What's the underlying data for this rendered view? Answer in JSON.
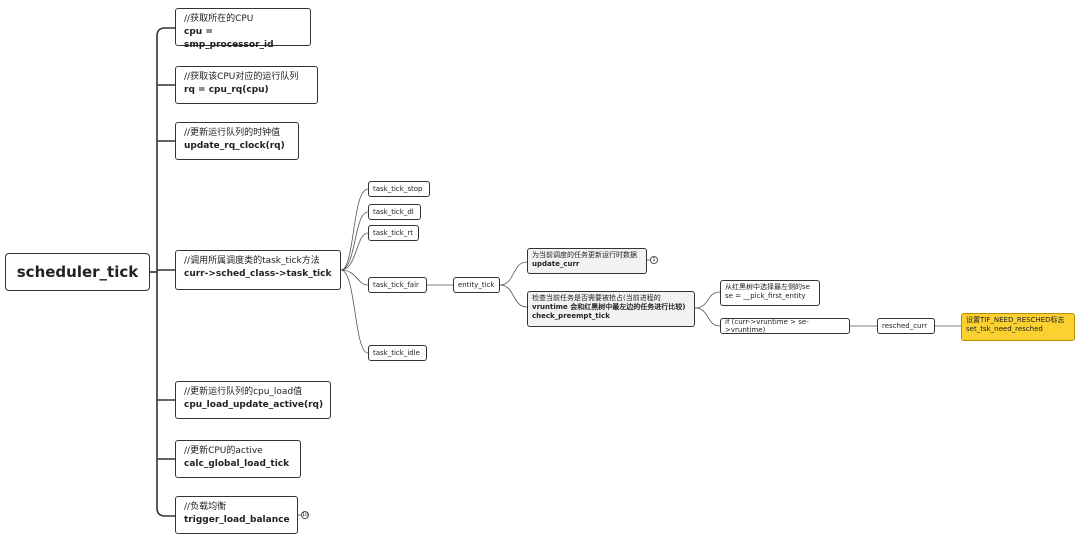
{
  "root": "scheduler_tick",
  "level1": [
    {
      "comment": "//获取所在的CPU",
      "code": "cpu = smp_processor_id"
    },
    {
      "comment": "//获取该CPU对应的运行队列",
      "code": "rq = cpu_rq(cpu)"
    },
    {
      "comment": "//更新运行队列的时钟值",
      "code": "update_rq_clock(rq)"
    },
    {
      "comment": "//调用所属调度类的task_tick方法",
      "code": "curr->sched_class->task_tick"
    },
    {
      "comment": "//更新运行队列的cpu_load值",
      "code": "cpu_load_update_active(rq)"
    },
    {
      "comment": "//更新CPU的active",
      "code": "calc_global_load_tick"
    },
    {
      "comment": "//负载均衡",
      "code": "trigger_load_balance"
    }
  ],
  "task_ticks": [
    "task_tick_stop",
    "task_tick_dl",
    "task_tick_rt",
    "task_tick_fair",
    "task_tick_idle"
  ],
  "entity_tick": "entity_tick",
  "update_curr": {
    "comment": "为当前调度的任务更新运行时数据",
    "code": "update_curr"
  },
  "check_preempt": {
    "line1": "检查当前任务是否需要被抢占(当前进程的",
    "line2": "vruntime 会和红黑树中最左边的任务进行比较)",
    "code": "check_preempt_tick"
  },
  "pick_first": {
    "comment": "从红黑树中选择最左侧的se",
    "code": "se = __pick_first_entity"
  },
  "if_cond": "if (curr->vruntime > se->vruntime)",
  "resched_curr": "resched_curr",
  "set_flag": {
    "line1": "设置TIF_NEED_RESCHED标志",
    "line2": "set_tsk_need_resched"
  },
  "badges": {
    "update_curr": "1",
    "trigger_load_balance": "10"
  }
}
